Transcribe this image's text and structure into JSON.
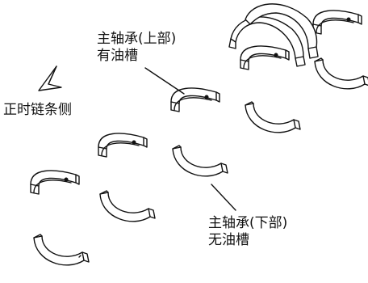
{
  "labels": {
    "upper_line1": "主轴承(上部)",
    "upper_line2": "有油槽",
    "timing_side": "正时链条侧",
    "lower_line1": "主轴承(下部)",
    "lower_line2": "无油槽"
  },
  "parts": {
    "upper_shells": [
      {
        "id": "upper-1",
        "oil_groove": true
      },
      {
        "id": "upper-2",
        "oil_groove": true
      },
      {
        "id": "upper-3",
        "oil_groove": true
      },
      {
        "id": "upper-4",
        "oil_groove": true
      },
      {
        "id": "upper-5",
        "oil_groove": true
      }
    ],
    "lower_shells": [
      {
        "id": "lower-1",
        "oil_groove": false
      },
      {
        "id": "lower-2",
        "oil_groove": false
      },
      {
        "id": "lower-3",
        "oil_groove": false
      },
      {
        "id": "lower-4",
        "oil_groove": false
      },
      {
        "id": "lower-5",
        "oil_groove": false
      }
    ],
    "thrust_washers": [
      {
        "id": "thrust-washer-1"
      },
      {
        "id": "thrust-washer-2"
      }
    ]
  },
  "colors": {
    "line": "#111111",
    "fill": "#ffffff"
  }
}
